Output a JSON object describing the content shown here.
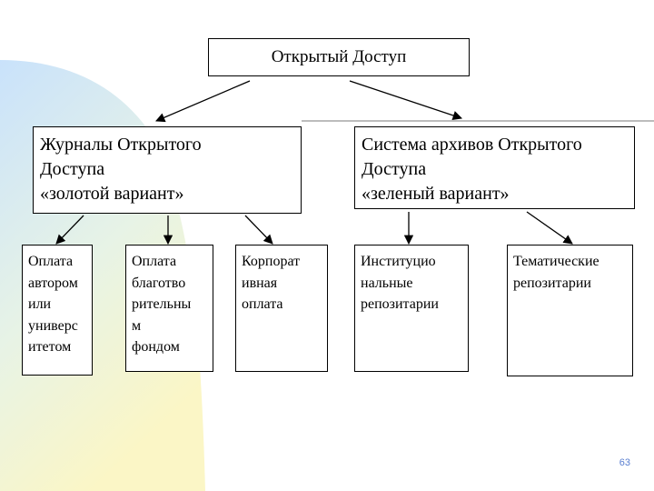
{
  "diagram": {
    "root": {
      "label": "Открытый Доступ"
    },
    "branches": [
      {
        "label": "Журналы Открытого\nДоступа\n«золотой вариант»",
        "children": [
          {
            "label": "Оплата\nавтором\nили\nуниверс\nитетом"
          },
          {
            "label": "Оплата\nблаготво\nрительны\nм\nфондом"
          },
          {
            "label": "Корпорат\nивная\nоплата"
          }
        ]
      },
      {
        "label": "Система архивов Открытого\nДоступа\n«зеленый вариант»",
        "children": [
          {
            "label": "Институцио\nнальные\nрепозитарии"
          },
          {
            "label": "Тематические\nрепозитарии"
          }
        ]
      }
    ]
  },
  "page_number": "63",
  "colors": {
    "box_border": "#000000",
    "arrow": "#000000",
    "background_blue": "#cfe6fa",
    "background_yellow": "#fbf6c8",
    "page_number": "#5a7fd0"
  }
}
